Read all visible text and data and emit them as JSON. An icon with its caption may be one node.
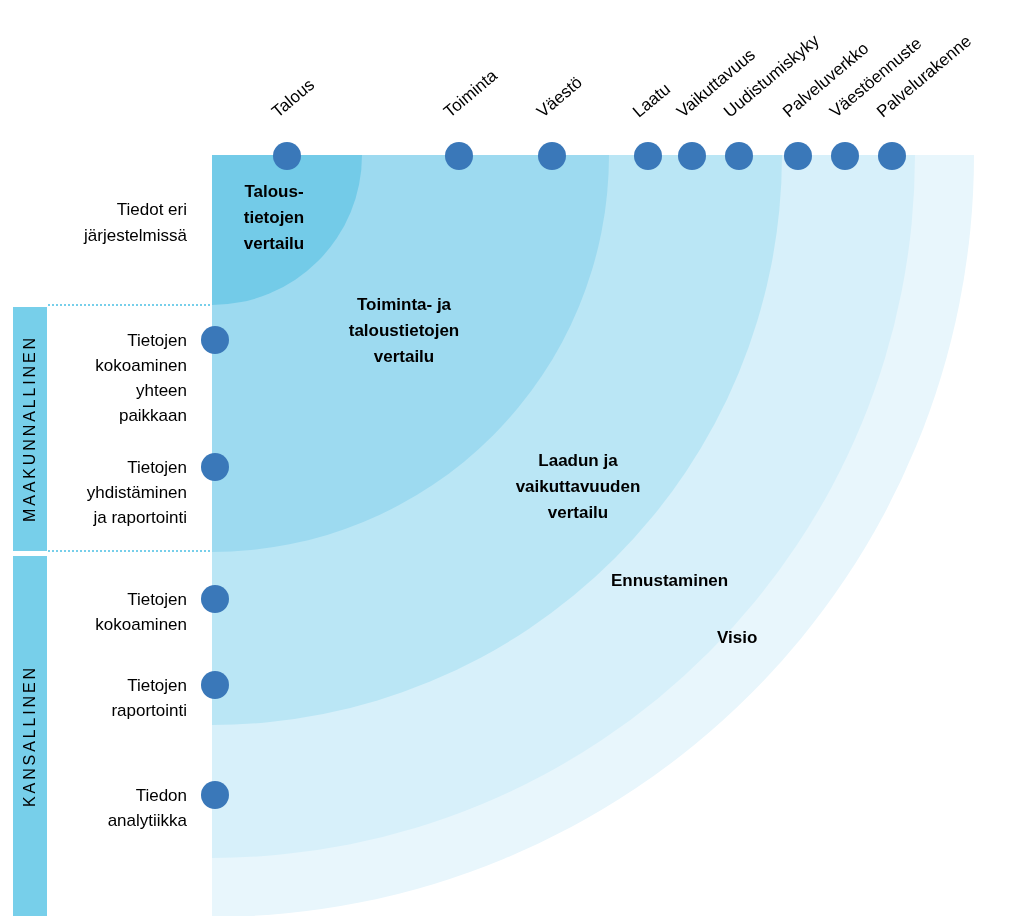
{
  "diagram": {
    "nodes": [
      {
        "text": [
          "Visio"
        ]
      },
      {
        "text": [
          "Ennustaminen"
        ]
      },
      {
        "text": [
          "Laadun ja vaikuttavuuden vertailu"
        ]
      },
      {
        "text": [
          "Toiminta- ja taloustietojen vertailu"
        ]
      },
      {
        "text": [
          "Talous-tietojen vertailu"
        ]
      },
      {
        "text": [
          "Talous"
        ]
      },
      {
        "text": [
          "Toiminta"
        ]
      },
      {
        "text": [
          "Väestö"
        ]
      },
      {
        "text": [
          "Laatu"
        ]
      },
      {
        "text": [
          "Vaikuttavuus"
        ]
      },
      {
        "text": [
          "Uudistumiskyky"
        ]
      },
      {
        "text": [
          "Palveluverkko"
        ]
      },
      {
        "text": [
          "Väestöennuste"
        ]
      },
      {
        "text": [
          "Palvelurakenne"
        ]
      },
      {
        "text": [
          "MAAKUNNALLINEN"
        ]
      },
      {
        "text": [
          "Tietojen kokoaminen yhteen paikkaan"
        ]
      },
      {
        "text": [
          "Tietojen yhdistäminen ja raportointi"
        ]
      },
      {
        "text": [
          "KANSALLINEN"
        ]
      },
      {
        "text": [
          "Tietojen kokoaminen"
        ]
      },
      {
        "text": [
          "Tietojen raportointi"
        ]
      },
      {
        "text": [
          "Tiedon analytiikka"
        ]
      }
    ],
    "labels": [
      "Tiedot eri järjestelmissä"
    ]
  }
}
